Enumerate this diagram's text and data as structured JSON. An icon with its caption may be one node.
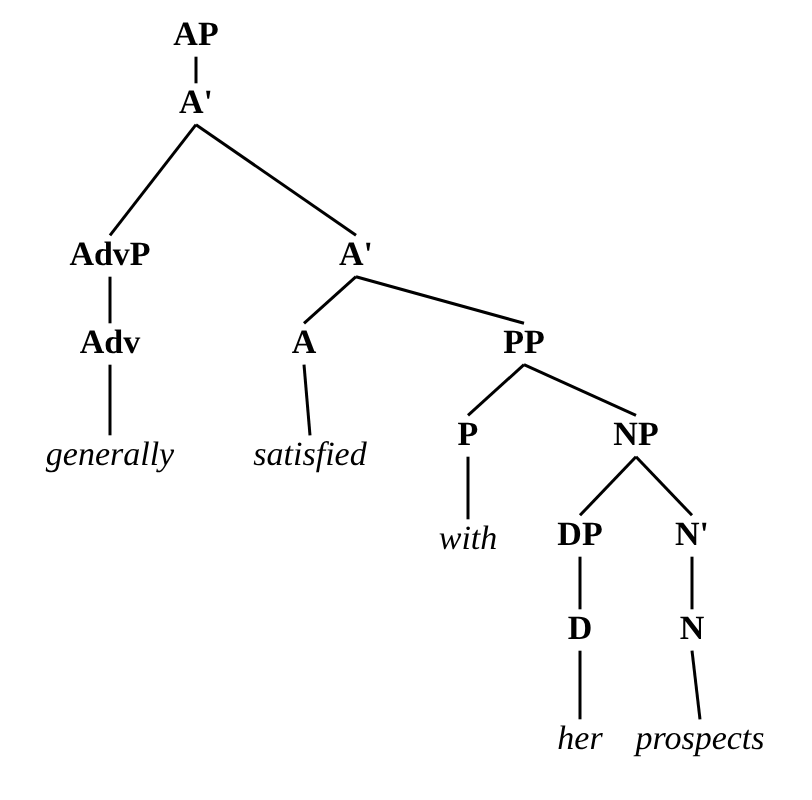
{
  "diagram": {
    "nodes": [
      {
        "text": [
          "AP"
        ]
      },
      {
        "text": [
          "A'"
        ]
      },
      {
        "text": [
          "AdvP"
        ]
      },
      {
        "text": [
          "Adv"
        ]
      },
      {
        "text": [
          "generally"
        ]
      },
      {
        "text": [
          "A'"
        ]
      },
      {
        "text": [
          "A"
        ]
      },
      {
        "text": [
          "satisfied"
        ]
      },
      {
        "text": [
          "PP"
        ]
      },
      {
        "text": [
          "P"
        ]
      },
      {
        "text": [
          "with"
        ]
      },
      {
        "text": [
          "NP"
        ]
      },
      {
        "text": [
          "DP"
        ]
      },
      {
        "text": [
          "D"
        ]
      },
      {
        "text": [
          "her"
        ]
      },
      {
        "text": [
          "N'"
        ]
      },
      {
        "text": [
          "N"
        ]
      },
      {
        "text": [
          "prospects"
        ]
      }
    ],
    "edges": [
      {
        "from": 0,
        "to": 1,
        "arrow": "none"
      },
      {
        "from": 1,
        "to": 2,
        "arrow": "none"
      },
      {
        "from": 1,
        "to": 5,
        "arrow": "none"
      },
      {
        "from": 2,
        "to": 3,
        "arrow": "none"
      },
      {
        "from": 3,
        "to": 4,
        "arrow": "none"
      },
      {
        "from": 5,
        "to": 6,
        "arrow": "none"
      },
      {
        "from": 5,
        "to": 8,
        "arrow": "none"
      },
      {
        "from": 6,
        "to": 7,
        "arrow": "none"
      },
      {
        "from": 8,
        "to": 9,
        "arrow": "none"
      },
      {
        "from": 8,
        "to": 11,
        "arrow": "none"
      },
      {
        "from": 9,
        "to": 10,
        "arrow": "none"
      },
      {
        "from": 11,
        "to": 12,
        "arrow": "none"
      },
      {
        "from": 11,
        "to": 15,
        "arrow": "none"
      },
      {
        "from": 12,
        "to": 13,
        "arrow": "none"
      },
      {
        "from": 13,
        "to": 14,
        "arrow": "none"
      },
      {
        "from": 15,
        "to": 16,
        "arrow": "none"
      },
      {
        "from": 16,
        "to": 17,
        "arrow": "none"
      }
    ]
  }
}
